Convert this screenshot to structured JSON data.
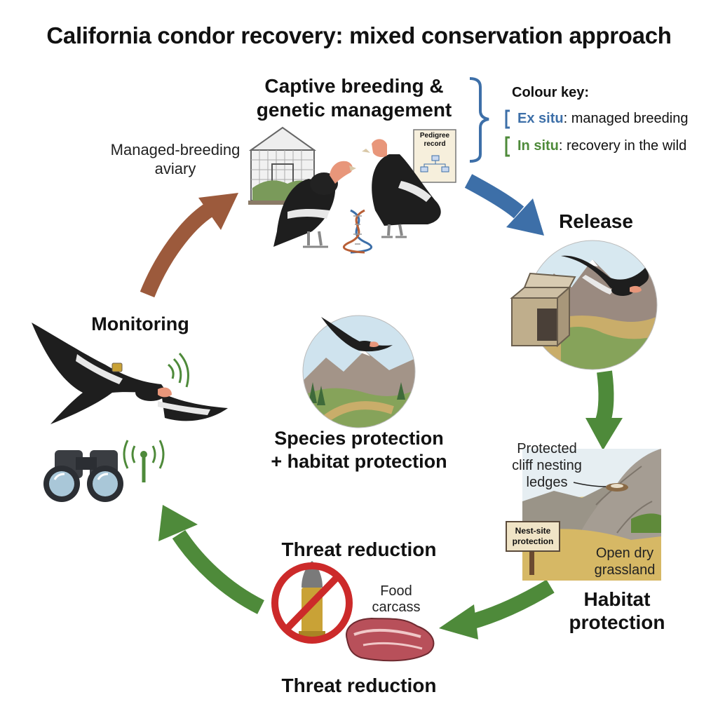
{
  "title": "California condor recovery: mixed conservation approach",
  "stages": {
    "captive": "Captive breeding &\ngenetic management",
    "release": "Release",
    "habitat": "Habitat\nprotection",
    "threat_top": "Threat reduction",
    "threat_bottom": "Threat reduction",
    "monitoring": "Monitoring",
    "center": "Species protection\n+ habitat protection"
  },
  "labels": {
    "aviary": "Managed-breeding\naviary",
    "pedigree": "Pedigree\nrecord",
    "cliff": "Protected\ncliff nesting\nledges",
    "nest_sign": "Nest-site\nprotection",
    "grassland": "Open dry\ngrassland",
    "food": "Food\ncarcass"
  },
  "key": {
    "title": "Colour key:",
    "ex_situ_term": "Ex situ",
    "ex_situ_desc": ": managed breeding",
    "in_situ_term": "In situ",
    "in_situ_desc": ": recovery in the wild"
  },
  "colors": {
    "ex_situ": "#3d6fa8",
    "in_situ": "#4e8a3a",
    "arrow_brown": "#9c5a3c",
    "arrow_blue": "#3d6fa8",
    "arrow_green": "#4e8a3a"
  }
}
